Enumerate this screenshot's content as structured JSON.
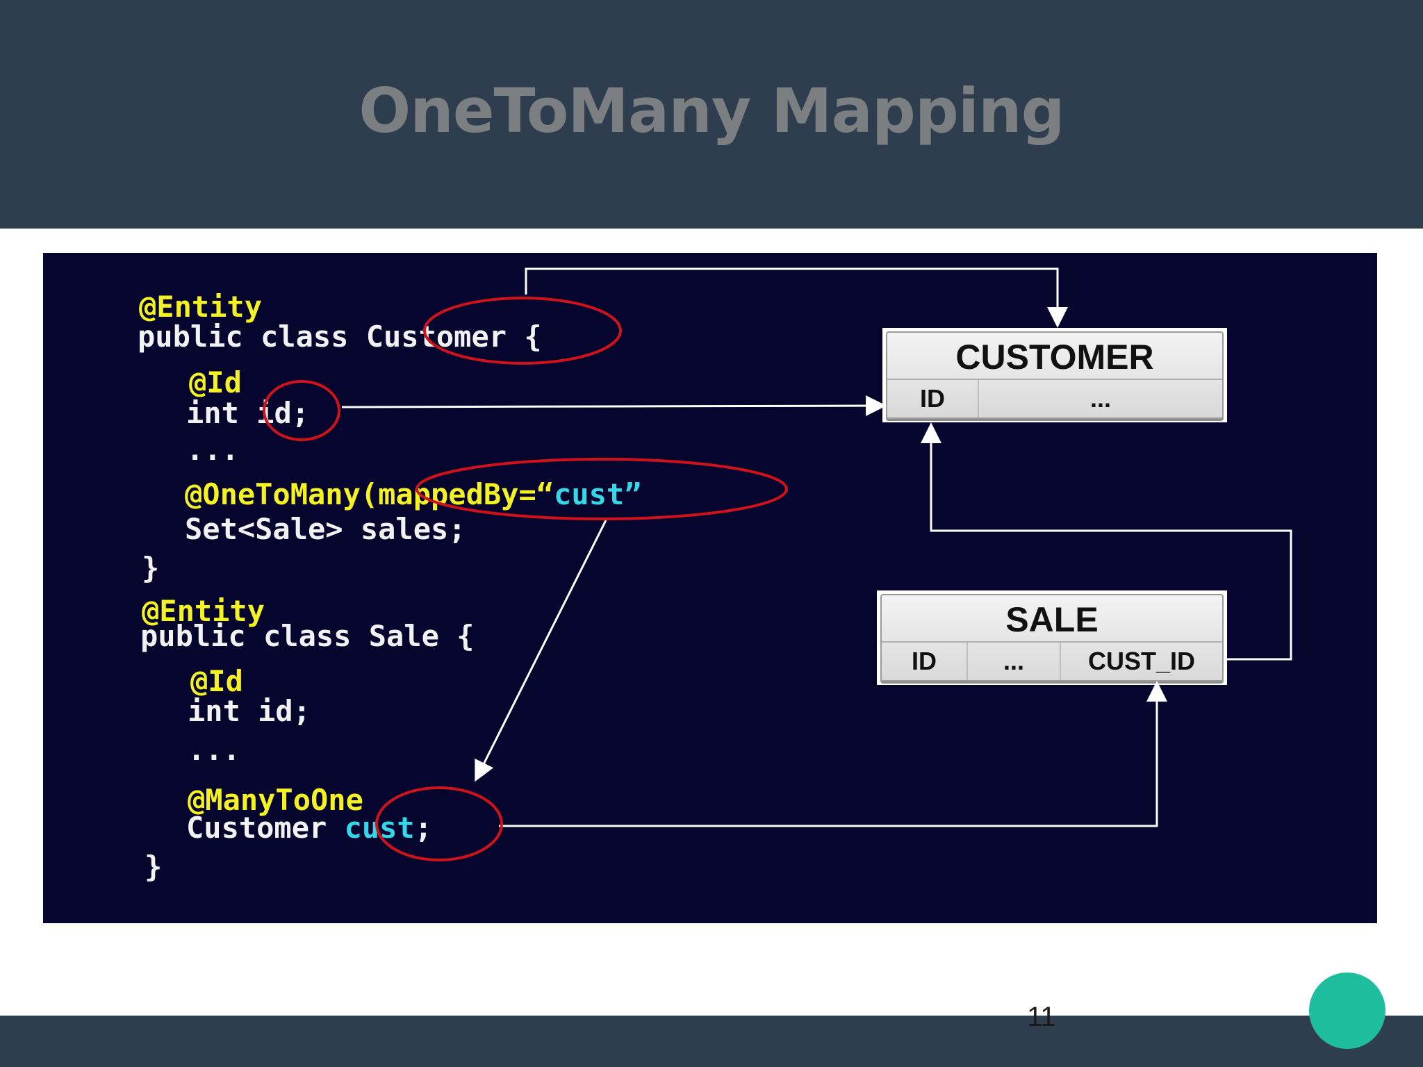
{
  "slide": {
    "title": "OneToMany Mapping",
    "page_number": "11"
  },
  "code": {
    "customer_entity": "@Entity",
    "customer_decl_prefix": "public class ",
    "customer_class_name": "Customer",
    "customer_decl_suffix": " {",
    "customer_id_annotation": "@Id",
    "customer_id_type": "int ",
    "customer_id_name": "id;",
    "customer_ellipsis": "...",
    "onetomany_annotation": "@OneToMany",
    "mapped_by_prefix": "(mappedBy=“",
    "mapped_by_value": "cust",
    "mapped_by_suffix": "”",
    "sales_field": "Set<Sale> sales;",
    "customer_close": "}",
    "sale_entity": "@Entity",
    "sale_decl": "public class Sale {",
    "sale_id_annotation": "@Id",
    "sale_id_field": "int id;",
    "sale_ellipsis": "...",
    "manytoone_annotation": "@ManyToOne",
    "cust_type": "Customer ",
    "cust_name": "cust",
    "cust_semicolon": ";",
    "sale_close": "}"
  },
  "tables": {
    "customer": {
      "name": "CUSTOMER",
      "columns": [
        "ID",
        "..."
      ]
    },
    "sale": {
      "name": "SALE",
      "columns": [
        "ID",
        "...",
        "CUST_ID"
      ]
    }
  },
  "colors": {
    "header_bg": "#2f3e4e",
    "figure_bg": "#05052e",
    "annotation_yellow": "#f5f221",
    "value_cyan": "#35d7e8",
    "highlight_red": "#d0121b",
    "accent_teal": "#1dbd9e"
  }
}
